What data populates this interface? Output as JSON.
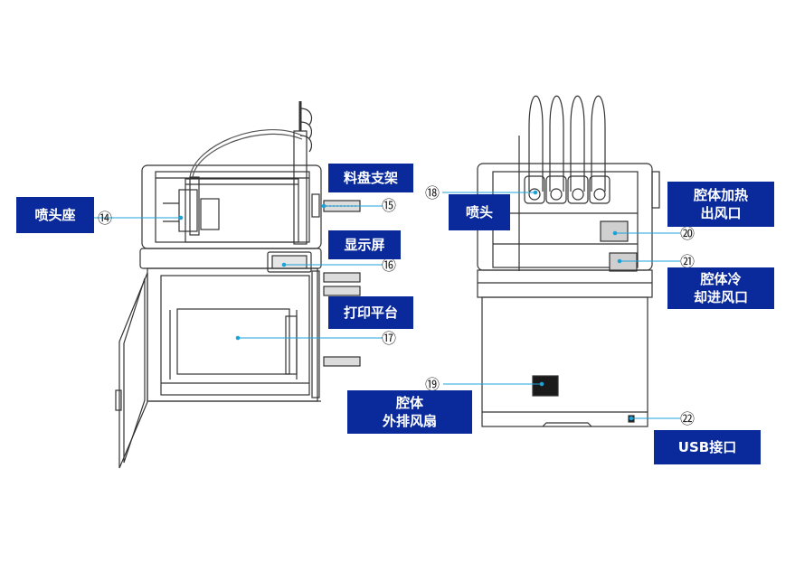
{
  "colors": {
    "label_bg": "#0a2a9c",
    "label_text": "#ffffff",
    "leader": "#1ba3d9",
    "drawing": "#333333"
  },
  "labels": {
    "nozzle_seat": "喷头座",
    "spool_holder": "料盘支架",
    "display": "显示屏",
    "print_platform": "打印平台",
    "exhaust_fan_line1": "腔体",
    "exhaust_fan_line2": "外排风扇",
    "nozzle": "喷头",
    "heat_outlet_line1": "腔体加热",
    "heat_outlet_line2": "出风口",
    "cool_inlet_line1": "腔体冷",
    "cool_inlet_line2": "却进风口",
    "usb": "USB接口"
  },
  "callouts": [
    "⑭",
    "⑮",
    "⑯",
    "⑰",
    "⑱",
    "⑲",
    "⑳",
    "㉑",
    "㉒"
  ]
}
